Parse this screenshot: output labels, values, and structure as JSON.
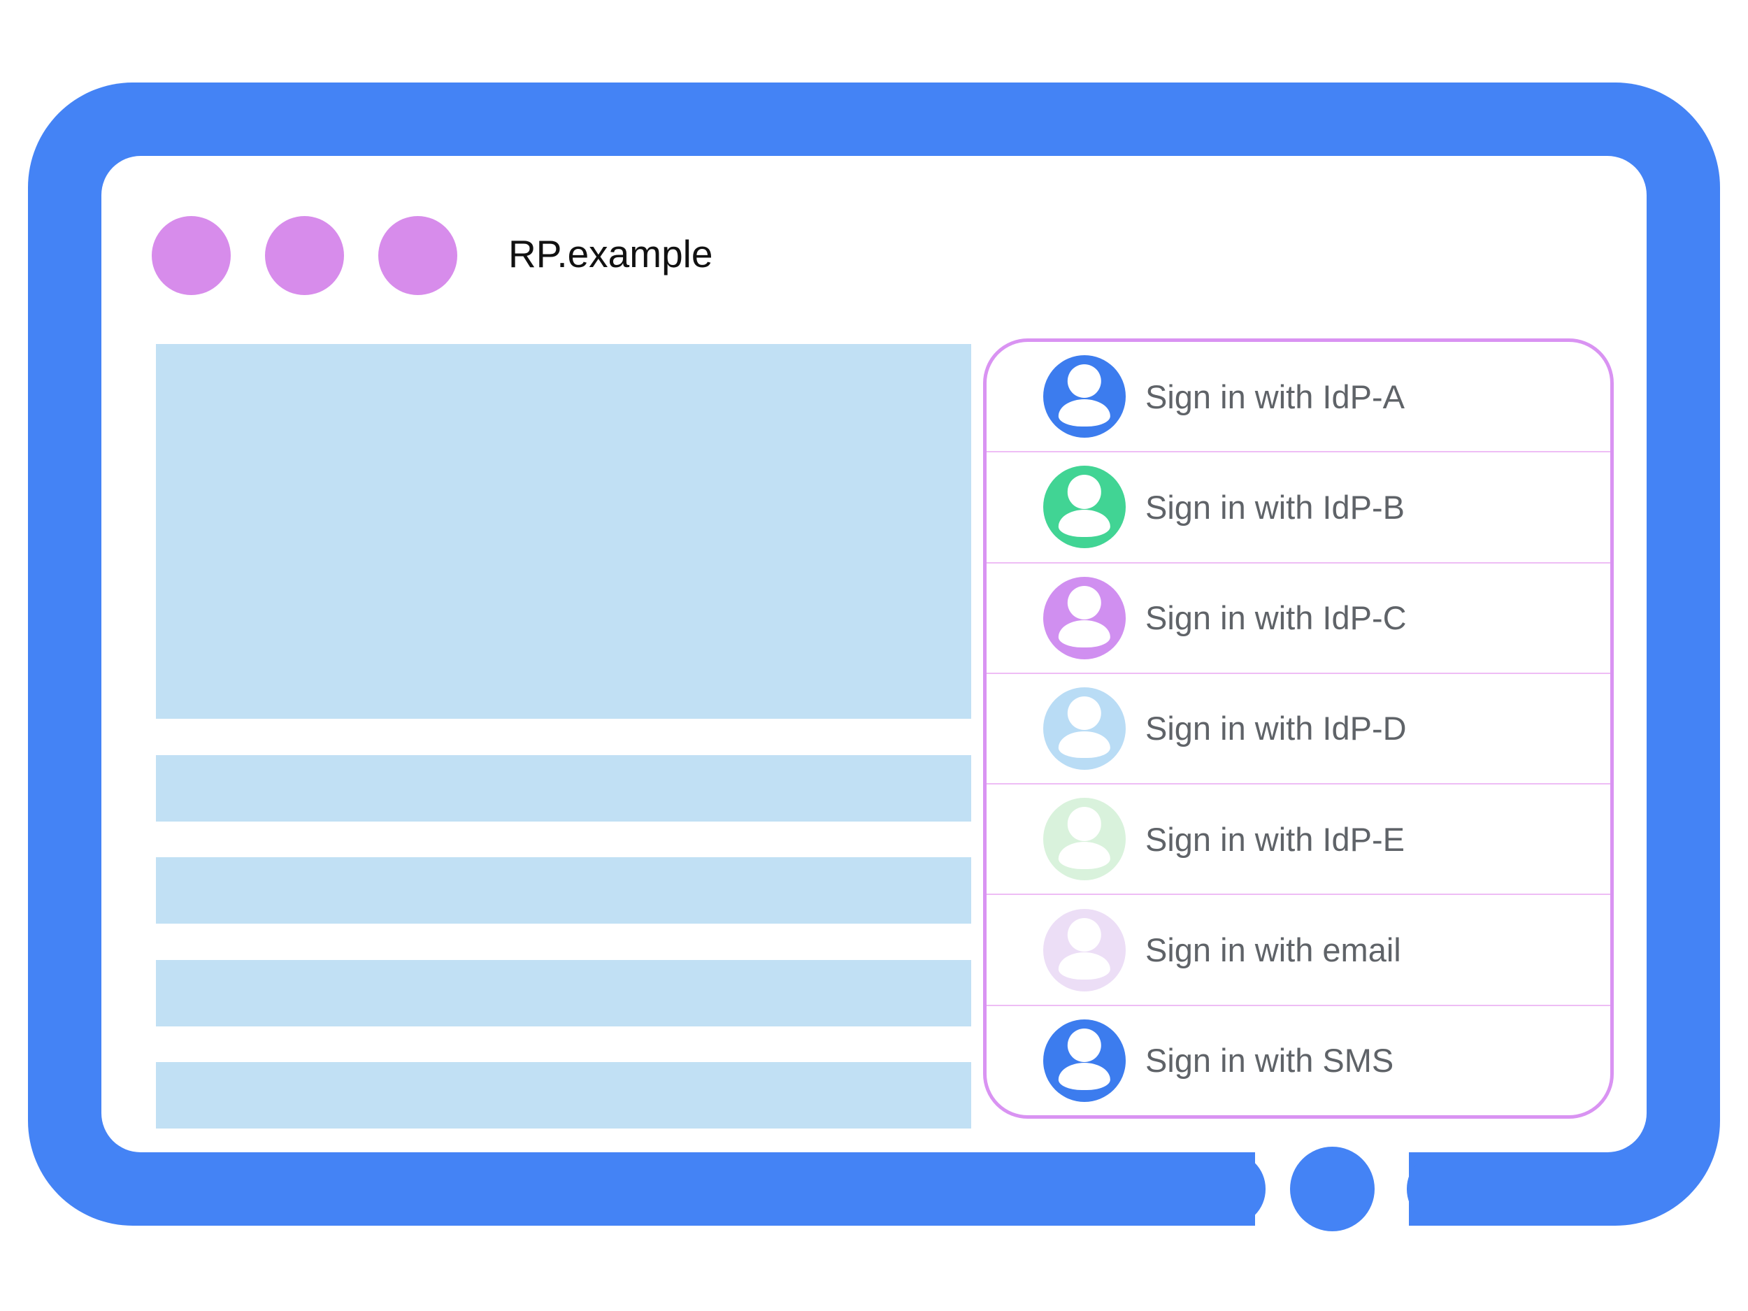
{
  "window": {
    "title": "RP.example",
    "dots_count": 3
  },
  "signin_panel": {
    "items": [
      {
        "id": "idp-a",
        "label": "Sign in with IdP-A",
        "avatar_color": "#3c7cee"
      },
      {
        "id": "idp-b",
        "label": "Sign in with IdP-B",
        "avatar_color": "#41d494"
      },
      {
        "id": "idp-c",
        "label": "Sign in with IdP-C",
        "avatar_color": "#d08ff0"
      },
      {
        "id": "idp-d",
        "label": "Sign in with IdP-D",
        "avatar_color": "#b9dcf5"
      },
      {
        "id": "idp-e",
        "label": "Sign in with IdP-E",
        "avatar_color": "#d9f2dc"
      },
      {
        "id": "email",
        "label": "Sign in with email",
        "avatar_color": "#ecdef6"
      },
      {
        "id": "sms",
        "label": "Sign in with SMS",
        "avatar_color": "#3c7cee"
      }
    ]
  },
  "colors": {
    "frame_blue": "#4483f5",
    "window_dot_purple": "#d78ceb",
    "placeholder_blue": "#c1e0f4",
    "panel_border_purple": "#d993f2",
    "panel_divider_pink": "#eebdf5",
    "label_gray": "#5f6368",
    "title_black": "#111111",
    "avatar_glyph_white": "#ffffff"
  }
}
